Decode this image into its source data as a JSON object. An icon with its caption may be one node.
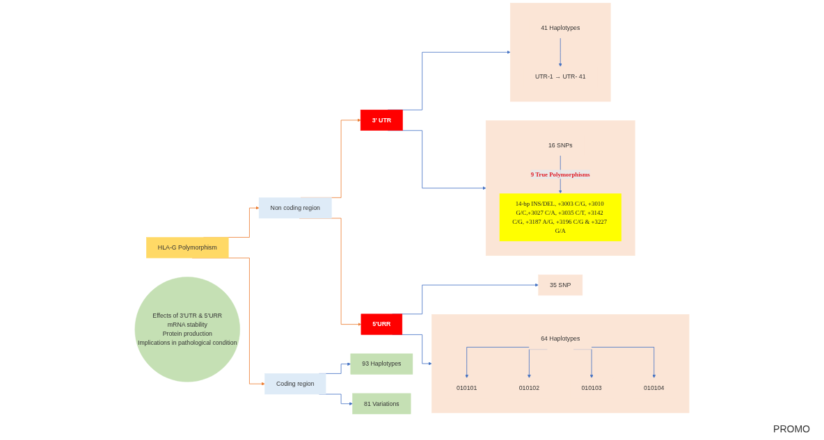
{
  "diagram": {
    "nodes": [
      {
        "text": [
          "HLA-G Polymorphism"
        ]
      },
      {
        "text": [
          "Non coding region"
        ]
      },
      {
        "text": [
          "3' UTR"
        ]
      },
      {
        "text": [],
        "shape": "box"
      },
      {
        "text": [
          "41 Haplotypes"
        ],
        "in": 3
      },
      {
        "text": [
          "UTR-1 → UTR- 41"
        ],
        "in": 3
      },
      {
        "text": [],
        "shape": "box"
      },
      {
        "text": [
          "16 SNPs"
        ],
        "in": 6
      },
      {
        "text": [
          "14-bp INS/DEL, +3003 C/G, +3010 G/C,+3027 C/A, +3035 C/T, +3142 C/G, +3187 A/G, +3196 C/G & +3227 G/A"
        ],
        "in": 6
      },
      {
        "text": [
          "Effects of 3'UTR & 5'URR",
          "mRNA stability",
          "Protein production",
          "Implications in pathological condition"
        ]
      },
      {
        "text": [
          "5'URR"
        ]
      },
      {
        "text": [
          "35 SNP"
        ]
      },
      {
        "text": [],
        "shape": "box"
      },
      {
        "text": [
          "64 Haplotypes"
        ],
        "in": 12
      },
      {
        "text": [
          "010101"
        ],
        "in": 12
      },
      {
        "text": [
          "010102"
        ],
        "in": 12
      },
      {
        "text": [
          "010103"
        ],
        "in": 12
      },
      {
        "text": [
          "010104"
        ],
        "in": 12
      },
      {
        "text": [
          "Coding region"
        ]
      },
      {
        "text": [
          "93 Haplotypes"
        ]
      },
      {
        "text": [
          "81 Variations"
        ]
      }
    ],
    "edges": [
      {
        "from": 0,
        "to": 1,
        "arrow": "to",
        "color": "#ed7d31"
      },
      {
        "from": 0,
        "to": 18,
        "arrow": "to",
        "color": "#ed7d31"
      },
      {
        "from": 1,
        "to": 2,
        "arrow": "to",
        "color": "#ed7d31"
      },
      {
        "from": 1,
        "to": 10,
        "arrow": "to",
        "color": "#ed7d31"
      },
      {
        "from": 2,
        "to": 3,
        "arrow": "to"
      },
      {
        "from": 2,
        "to": 6,
        "arrow": "to"
      },
      {
        "from": 4,
        "to": 5,
        "arrow": "to"
      },
      {
        "from": 7,
        "to": 8,
        "arrow": "to",
        "label": "9 True Polymorphisms"
      },
      {
        "from": 10,
        "to": 11,
        "arrow": "to"
      },
      {
        "from": 10,
        "to": 12,
        "arrow": "to"
      },
      {
        "from": 13,
        "to": 14,
        "arrow": "to"
      },
      {
        "from": 13,
        "to": 15,
        "arrow": "to"
      },
      {
        "from": 13,
        "to": 16,
        "arrow": "to"
      },
      {
        "from": 13,
        "to": 17,
        "arrow": "to"
      },
      {
        "from": 18,
        "to": 19,
        "arrow": "to"
      },
      {
        "from": 18,
        "to": 20,
        "arrow": "to"
      }
    ],
    "labels": [
      "PROMO"
    ]
  }
}
